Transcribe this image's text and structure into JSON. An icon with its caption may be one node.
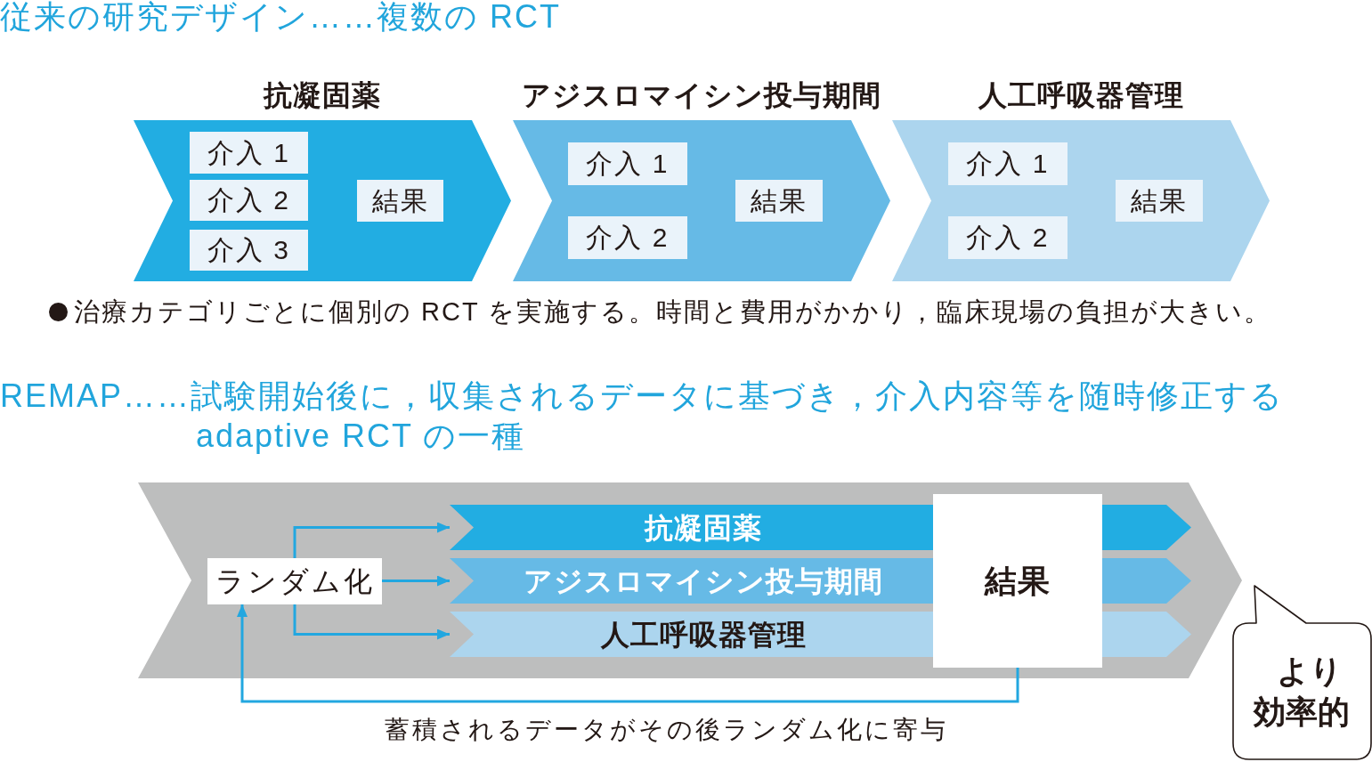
{
  "diagram": {
    "nodes": [
      {
        "text": [
          "抗凝固薬"
        ]
      },
      {
        "text": [
          "介入 1"
        ],
        "in": 0
      },
      {
        "text": [
          "介入 2"
        ],
        "in": 0
      },
      {
        "text": [
          "介入 3"
        ],
        "in": 0
      },
      {
        "text": [
          "結果"
        ],
        "in": 0
      },
      {
        "text": [
          "アジスロマイシン投与期間"
        ]
      },
      {
        "text": [
          "介入 1"
        ],
        "in": 5
      },
      {
        "text": [
          "介入 2"
        ],
        "in": 5
      },
      {
        "text": [
          "結果"
        ],
        "in": 5
      },
      {
        "text": [
          "人工呼吸器管理"
        ]
      },
      {
        "text": [
          "介入 1"
        ],
        "in": 9
      },
      {
        "text": [
          "介入 2"
        ],
        "in": 9
      },
      {
        "text": [
          "結果"
        ],
        "in": 9
      },
      {
        "text": [],
        "shape": "chevron"
      },
      {
        "text": [
          "ランダム化"
        ],
        "in": 13
      },
      {
        "text": [
          "抗凝固薬"
        ],
        "in": 13
      },
      {
        "text": [
          "アジスロマイシン投与期間"
        ],
        "in": 13
      },
      {
        "text": [
          "人工呼吸器管理"
        ],
        "in": 13
      },
      {
        "text": [
          "結果"
        ],
        "in": 13
      },
      {
        "text": [
          "より効率的"
        ]
      }
    ],
    "edges": [
      {
        "from": 14,
        "to": 15,
        "arrow": "to"
      },
      {
        "from": 14,
        "to": 16,
        "arrow": "to"
      },
      {
        "from": 14,
        "to": 17,
        "arrow": "to"
      },
      {
        "from": 18,
        "to": 14,
        "arrow": "to",
        "label": "蓄積されるデータがその後ランダム化に寄与"
      }
    ],
    "labels": [
      "従来の研究デザイン……複数の RCT",
      "治療カテゴリごとに個別の RCT を実施する。時間と費用がかかり，臨床現場の負担が大きい。",
      "REMAP……試験開始後に，収集されるデータに基づき，介入内容等を随時修正する adaptive RCT の一種"
    ]
  }
}
